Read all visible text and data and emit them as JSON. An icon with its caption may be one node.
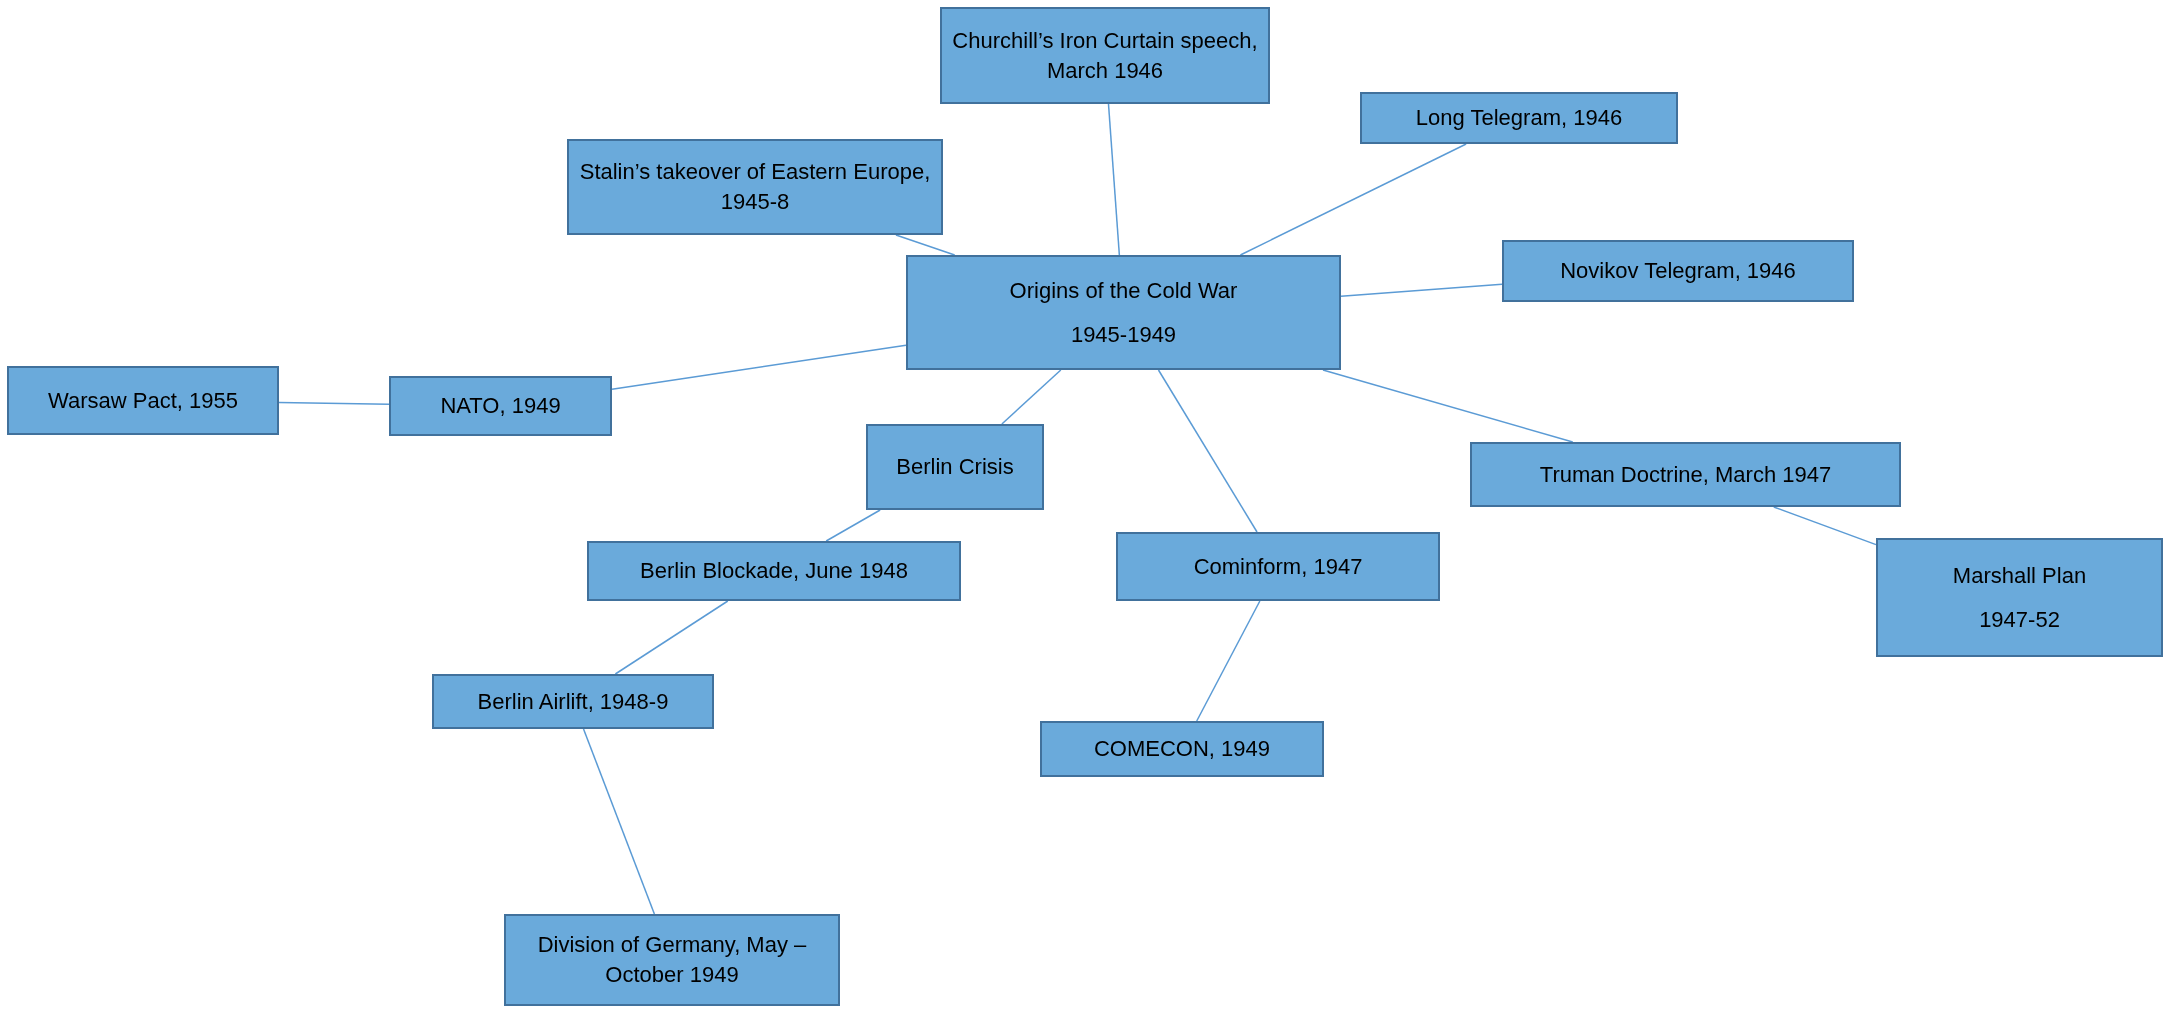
{
  "diagram": {
    "nodes": [
      {
        "text": [
          "Origins of the Cold War",
          "1945-1949"
        ]
      },
      {
        "text": [
          "Churchill’s Iron Curtain speech, March 1946"
        ]
      },
      {
        "text": [
          "Long Telegram, 1946"
        ]
      },
      {
        "text": [
          "Stalin’s takeover of Eastern Europe, 1945-8"
        ]
      },
      {
        "text": [
          "Novikov Telegram, 1946"
        ]
      },
      {
        "text": [
          "NATO, 1949"
        ]
      },
      {
        "text": [
          "Warsaw Pact, 1955"
        ]
      },
      {
        "text": [
          "Berlin Crisis"
        ]
      },
      {
        "text": [
          "Truman Doctrine, March 1947"
        ]
      },
      {
        "text": [
          "Marshall Plan",
          "1947-52"
        ]
      },
      {
        "text": [
          "Berlin Blockade, June 1948"
        ]
      },
      {
        "text": [
          "Cominform, 1947"
        ]
      },
      {
        "text": [
          "Berlin Airlift, 1948-9"
        ]
      },
      {
        "text": [
          "COMECON, 1949"
        ]
      },
      {
        "text": [
          "Division of Germany, May – October 1949"
        ]
      }
    ],
    "edges": [
      {
        "from": 0,
        "to": 1,
        "arrow": "none"
      },
      {
        "from": 0,
        "to": 2,
        "arrow": "none"
      },
      {
        "from": 0,
        "to": 3,
        "arrow": "none"
      },
      {
        "from": 0,
        "to": 4,
        "arrow": "none"
      },
      {
        "from": 0,
        "to": 5,
        "arrow": "none"
      },
      {
        "from": 5,
        "to": 6,
        "arrow": "none"
      },
      {
        "from": 0,
        "to": 7,
        "arrow": "none"
      },
      {
        "from": 0,
        "to": 8,
        "arrow": "none"
      },
      {
        "from": 8,
        "to": 9,
        "arrow": "none"
      },
      {
        "from": 7,
        "to": 10,
        "arrow": "none"
      },
      {
        "from": 0,
        "to": 11,
        "arrow": "none"
      },
      {
        "from": 11,
        "to": 13,
        "arrow": "none"
      },
      {
        "from": 10,
        "to": 12,
        "arrow": "none"
      },
      {
        "from": 12,
        "to": 14,
        "arrow": "none"
      }
    ]
  }
}
